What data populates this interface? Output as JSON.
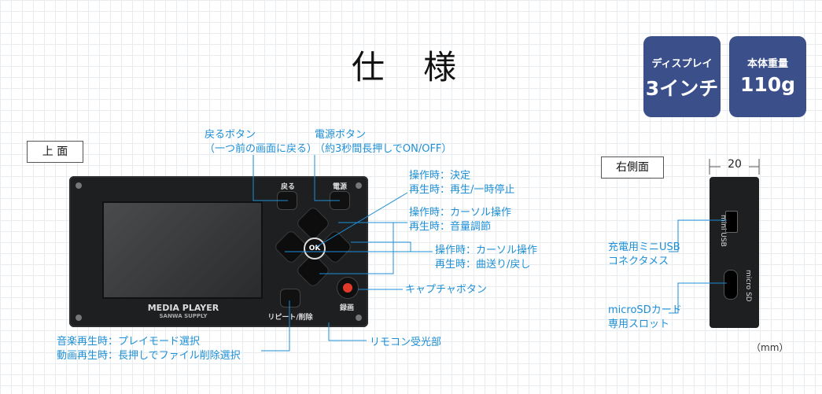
{
  "title": "仕 様",
  "badges": [
    {
      "line1": "ディスプレイ",
      "line2": "3インチ"
    },
    {
      "line1": "本体重量",
      "line2": "110g"
    }
  ],
  "top_view_label": "上 面",
  "right_view_label": "右側面",
  "device": {
    "brand": "MEDIA PLAYER",
    "sub_brand": "SANWA SUPPLY",
    "back_button": "戻る",
    "power_button": "電源",
    "ok_button": "OK",
    "repeat_button": "リピート/削除",
    "record_label": "録画",
    "port_usb": "mini USB",
    "port_sd": "micro SD"
  },
  "callouts": {
    "back": [
      "戻るボタン",
      "（一つ前の画面に戻る）"
    ],
    "power": [
      "電源ボタン",
      "（約3秒間長押しでON/OFF）"
    ],
    "ok": [
      "操作時：決定",
      "再生時：再生/一時停止"
    ],
    "updown": [
      "操作時：カーソル操作",
      "再生時：音量調節"
    ],
    "leftright": [
      "操作時：カーソル操作",
      "再生時：曲送り/戻し"
    ],
    "capture": "キャプチャボタン",
    "repeat": [
      "音楽再生時：プレイモード選択",
      "動画再生時：長押しでファイル削除選択"
    ],
    "remote": "リモコン受光部",
    "usb": [
      "充電用ミニUSB",
      "コネクタメス"
    ],
    "sd": [
      "microSDカード",
      "専用スロット"
    ]
  },
  "dimension": "20",
  "unit": "（mm）"
}
